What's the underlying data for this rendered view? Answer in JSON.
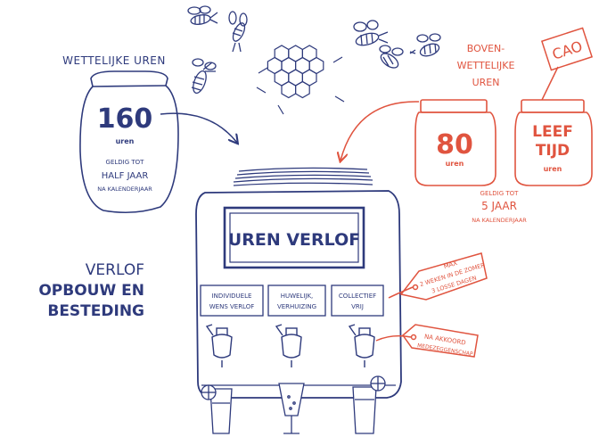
{
  "colors": {
    "navy": "#2e3a7c",
    "red": "#e0543f",
    "white": "#ffffff"
  },
  "legal": {
    "heading": "WETTELIJKE UREN",
    "value": "160",
    "unit": "uren",
    "valid_line1": "GELDIG TOT",
    "valid_line2": "HALF JAAR",
    "valid_line3": "NA KALENDERJAAR"
  },
  "extra": {
    "heading_line1": "BOVEN-",
    "heading_line2": "WETTELIJKE",
    "heading_line3": "UREN",
    "sign": "CAO",
    "jar1_value": "80",
    "jar1_unit": "uren",
    "jar2_line1": "LEEF",
    "jar2_line2": "TIJD",
    "jar2_unit": "uren",
    "valid_line1": "GELDIG TOT",
    "valid_line2": "5 JAAR",
    "valid_line3": "NA KALENDERJAAR"
  },
  "dispenser": {
    "title": "UREN VERLOF",
    "tap1_line1": "INDIVIDUELE",
    "tap1_line2": "WENS VERLOF",
    "tap2_line1": "HUWELIJK,",
    "tap2_line2": "VERHUIZING",
    "tap3_line1": "COLLECTIEF",
    "tap3_line2": "VRIJ"
  },
  "tags": {
    "tag1_line1": "MAX",
    "tag1_line2": "2 WEKEN IN DE ZOMER",
    "tag1_line3": "3 LOSSE DAGEN",
    "tag2_line1": "NA AKKOORD",
    "tag2_line2": "MEDEZEGGENSCHAP"
  },
  "caption": {
    "line1": "VERLOF",
    "line2": "OPBOUW EN",
    "line3": "BESTEDING"
  }
}
